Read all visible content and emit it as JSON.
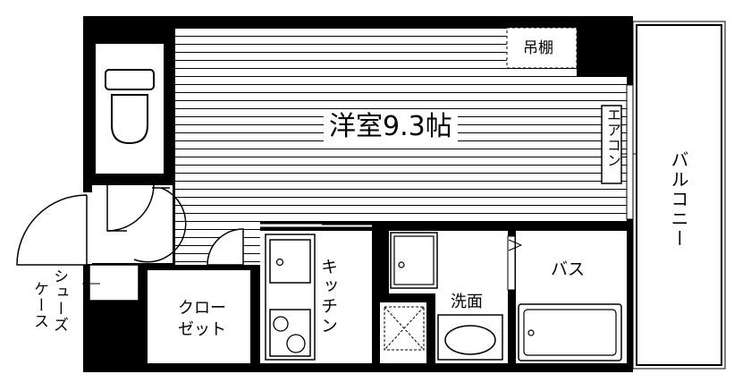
{
  "floorplan": {
    "main_room": "洋室9.3帖",
    "tsuritana": "吊棚",
    "aircon": "エアコン",
    "balcony": "バルコニー",
    "bath": "バス",
    "washroom": "洗面",
    "kitchen": "キッチン",
    "closet_line1": "クロー",
    "closet_line2": "ゼット",
    "shoe_case_col1": "シューズ",
    "shoe_case_col2": "ケース"
  }
}
